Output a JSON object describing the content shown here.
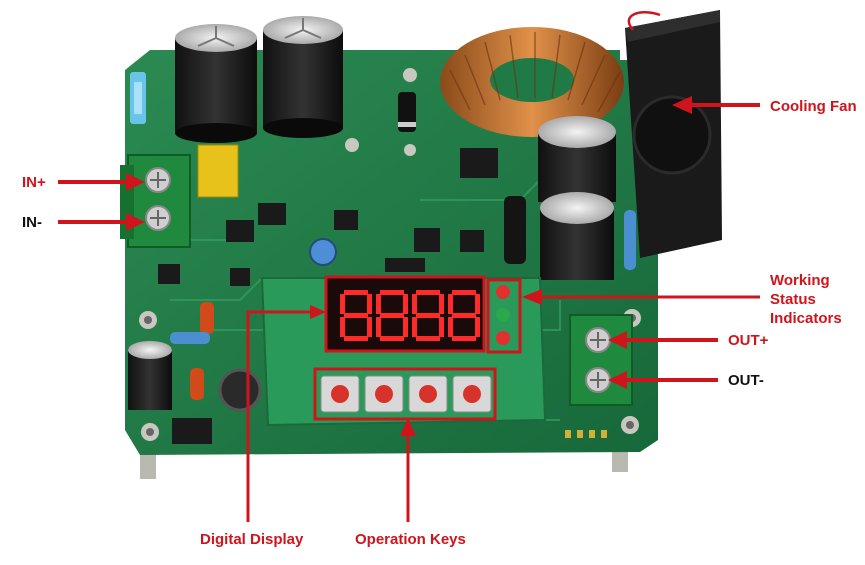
{
  "callouts": {
    "cooling_fan": "Cooling Fan",
    "in_plus": "IN+",
    "in_minus": "IN-",
    "working_status_1": "Working",
    "working_status_2": "Status",
    "working_status_3": "Indicators",
    "out_plus": "OUT+",
    "out_minus": "OUT-",
    "digital_display": "Digital Display",
    "operation_keys": "Operation Keys"
  },
  "colors": {
    "callout_red": "#d0141c",
    "pcb_green": "#1f7a45",
    "display_red": "#ff2a2a"
  }
}
